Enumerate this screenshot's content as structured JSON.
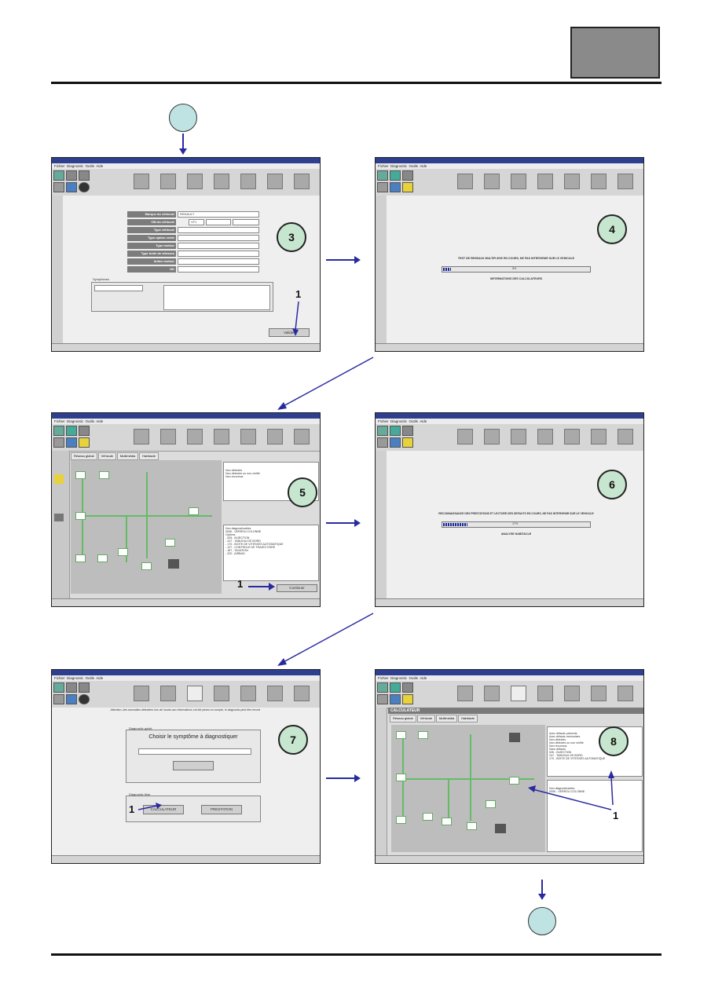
{
  "steps": {
    "s3": "3",
    "s4": "4",
    "s5": "5",
    "s6": "6",
    "s7": "7",
    "s8": "8"
  },
  "annotations": {
    "a3": "1",
    "a5": "1",
    "a7": "1",
    "a8": "1"
  },
  "window3": {
    "labels": [
      "Marque du véhicule",
      "VIN du véhicule",
      "Type véhicule",
      "Type option vente",
      "Type moteur",
      "Type boîte de vitesses",
      "Indice moteur",
      "OK"
    ],
    "values": [
      "RENAULT",
      "VF1",
      "",
      "",
      "",
      "",
      "",
      ""
    ],
    "symptoms_label": "Symptômes",
    "button": "Valider"
  },
  "window4": {
    "message": "TEST DE RESEAUX MULTIPLEXE EN COURS, NE PAS INTERVENIR SUR LE VEHICULE",
    "percent": "5%",
    "sub": "INFORMATIONS DES CALCULATEURS"
  },
  "window5": {
    "tabs": [
      "Réseau global",
      "Véhicule",
      "Multimédia",
      "Habitacle"
    ],
    "legend": [
      "Non détectés",
      "Non détectés ou non vérifié",
      "Non reconnus"
    ],
    "tree": [
      "Non diagnosticables",
      "0006 - VERROU COLONNE",
      "Options",
      "- 026 - INJECTION",
      "- 247 - TABLEAU DE BORD",
      "- 170 - BOITE DE VITESSES AUTOMATIQUE",
      "- 127 - CONTROLE DE TRAJECTOIRE",
      "- 187 - TAXATION",
      "- 220 - AIRBAG"
    ],
    "button": "Continuer"
  },
  "window6": {
    "message": "RECONNAISSANCE DES PRESTATIONS ET LECTURE DES DEFAUTS EN COURS, NE PAS INTERVENIR SUR LE VEHICULE",
    "percent": "17%",
    "sub": "ANALYSE HABITACLE"
  },
  "window7": {
    "warning": "Attention, des anomalies détectées lors de l'accès aux informations ont été prises en compte, le diagnostic peut être erroné",
    "guided_label": "Diagnostic guidé",
    "guided_title": "Choisir le symptôme à diagnostiquer",
    "free_label": "Diagnostic libre",
    "btn_calc": "CALCULATEUR",
    "btn_prest": "PRESTATION"
  },
  "window8": {
    "header": "CALCULATEUR",
    "tabs": [
      "Réseau global",
      "Véhicule",
      "Multimédia",
      "Habitacle"
    ],
    "legend": [
      "Avec défauts présents",
      "Avec défauts mémorisés",
      "Non détectés",
      "Non détectés ou non vérifié",
      "Non reconnus",
      "Sans défauts"
    ],
    "tree": [
      "026 - INJECTION",
      "247 - TABLEAU DE BORD",
      "170 - BOITE DE VITESSES AUTOMATIQUE"
    ],
    "tree2": [
      "Non diagnosticables",
      "0006 - VERROU COLONNE"
    ]
  }
}
